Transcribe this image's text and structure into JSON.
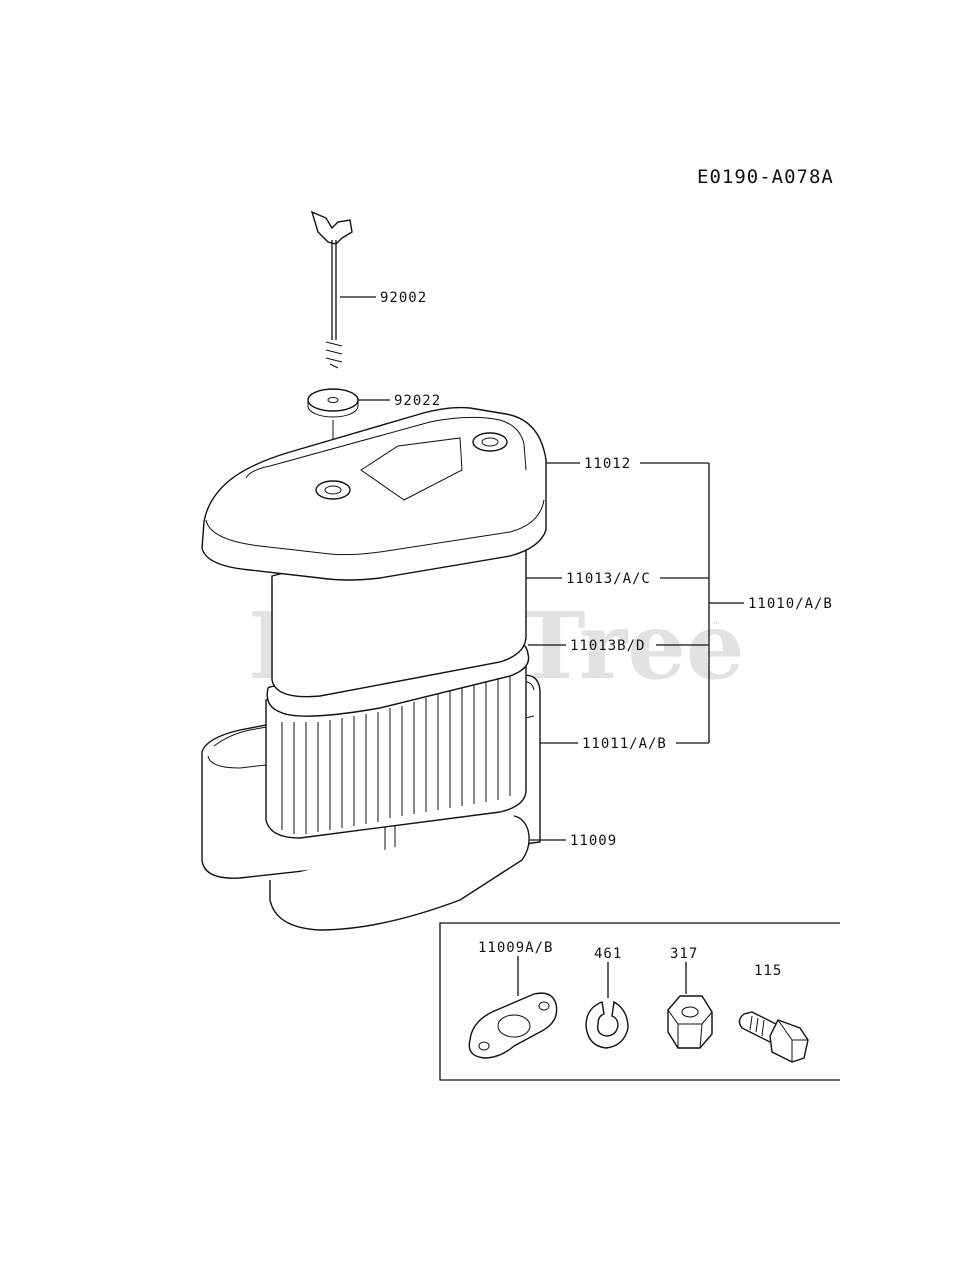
{
  "diagram": {
    "code": "E0190-A078A",
    "watermark": "PartsTree",
    "watermark_tm": "™",
    "callouts": {
      "wing_bolt": "92002",
      "washer": "92022",
      "cover": "11012",
      "element_outer": "11013/A/C",
      "element_seal": "11013B/D",
      "assembly": "11010/A/B",
      "base": "11011/A/B",
      "gasket": "11009"
    },
    "inset": {
      "gasket": "11009A/B",
      "lock_washer": "461",
      "nut": "317",
      "bolt": "115"
    }
  }
}
